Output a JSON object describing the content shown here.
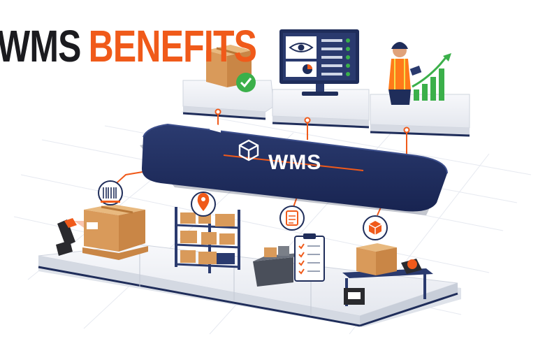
{
  "title": {
    "part1": "WMS",
    "part2": "BENEFITS"
  },
  "hub": {
    "label": "WMS"
  },
  "colors": {
    "navy": "#1f2d5a",
    "orange": "#f05a1a",
    "green": "#3bb04a",
    "box": "#d9a066",
    "platform": "#eef0f4"
  },
  "icons": [
    "barcode-icon",
    "location-pin-icon",
    "clipboard-icon",
    "box-icon",
    "eye-icon",
    "checkmark-icon",
    "growth-chart-icon",
    "wms-cube-icon"
  ]
}
